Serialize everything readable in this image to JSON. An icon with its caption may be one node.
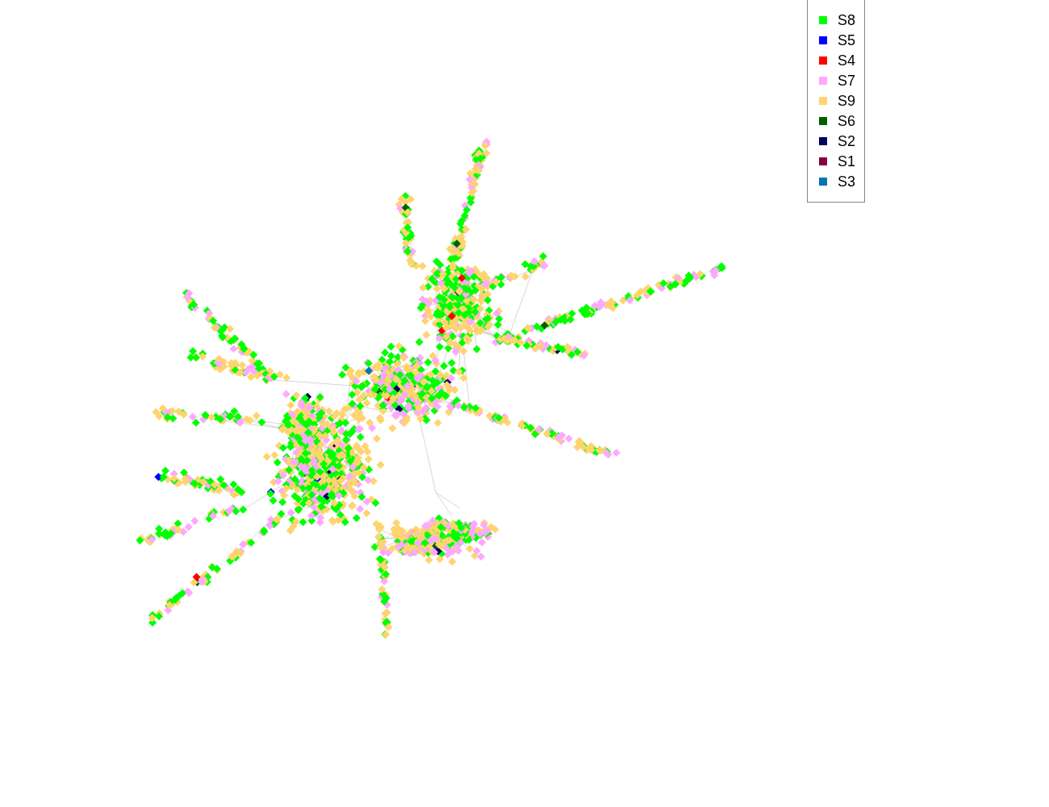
{
  "diagram": {
    "legend": [
      {
        "text": "S8",
        "color": "#00ff00"
      },
      {
        "text": "S5",
        "color": "#0000ff"
      },
      {
        "text": "S4",
        "color": "#ff0000"
      },
      {
        "text": "S7",
        "color": "#ffa8ff"
      },
      {
        "text": "S9",
        "color": "#ffd470"
      },
      {
        "text": "S6",
        "color": "#006000"
      },
      {
        "text": "S2",
        "color": "#000060"
      },
      {
        "text": "S1",
        "color": "#880040"
      },
      {
        "text": "S3",
        "color": "#0077b3"
      }
    ]
  }
}
